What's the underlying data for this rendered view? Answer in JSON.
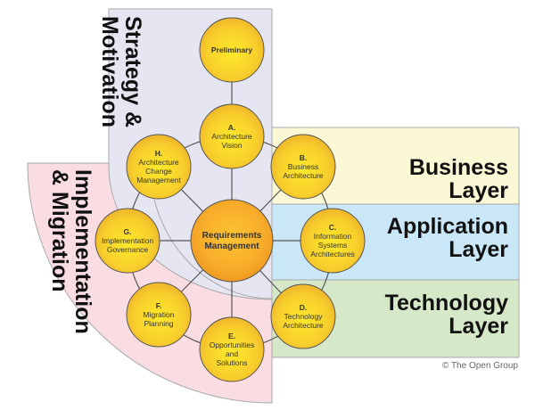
{
  "title": "TOGAF ADM Cycle with Layers",
  "panels": {
    "strategy": {
      "line1": "Strategy &",
      "line2": "Motivation",
      "color": "#e6e6f2"
    },
    "implementation": {
      "line1": "Implementation",
      "line2": "& Migration",
      "color": "#fadde2"
    }
  },
  "layers": [
    {
      "line1": "Business",
      "line2": "Layer",
      "color": "#fbf8d6"
    },
    {
      "line1": "Application",
      "line2": "Layer",
      "color": "#c9e7f6"
    },
    {
      "line1": "Technology",
      "line2": "Layer",
      "color": "#d5e8c8"
    }
  ],
  "nodes": {
    "preliminary": {
      "letter": "",
      "lines": [
        "Preliminary"
      ]
    },
    "a": {
      "letter": "A.",
      "lines": [
        "Architecture",
        "Vision"
      ]
    },
    "b": {
      "letter": "B.",
      "lines": [
        "Business",
        "Architecture"
      ]
    },
    "c": {
      "letter": "C.",
      "lines": [
        "Information",
        "Systems",
        "Architectures"
      ]
    },
    "d": {
      "letter": "D.",
      "lines": [
        "Technology",
        "Architecture"
      ]
    },
    "e": {
      "letter": "E.",
      "lines": [
        "Opportunities",
        "and",
        "Solutions"
      ]
    },
    "f": {
      "letter": "F.",
      "lines": [
        "Migration",
        "Planning"
      ]
    },
    "g": {
      "letter": "G.",
      "lines": [
        "Implementation",
        "Governance"
      ]
    },
    "h": {
      "letter": "H.",
      "lines": [
        "Architecture",
        "Change",
        "Management"
      ]
    },
    "center": {
      "letter": "",
      "lines": [
        "Requirements",
        "Management"
      ]
    }
  },
  "copyright": "© The Open Group"
}
